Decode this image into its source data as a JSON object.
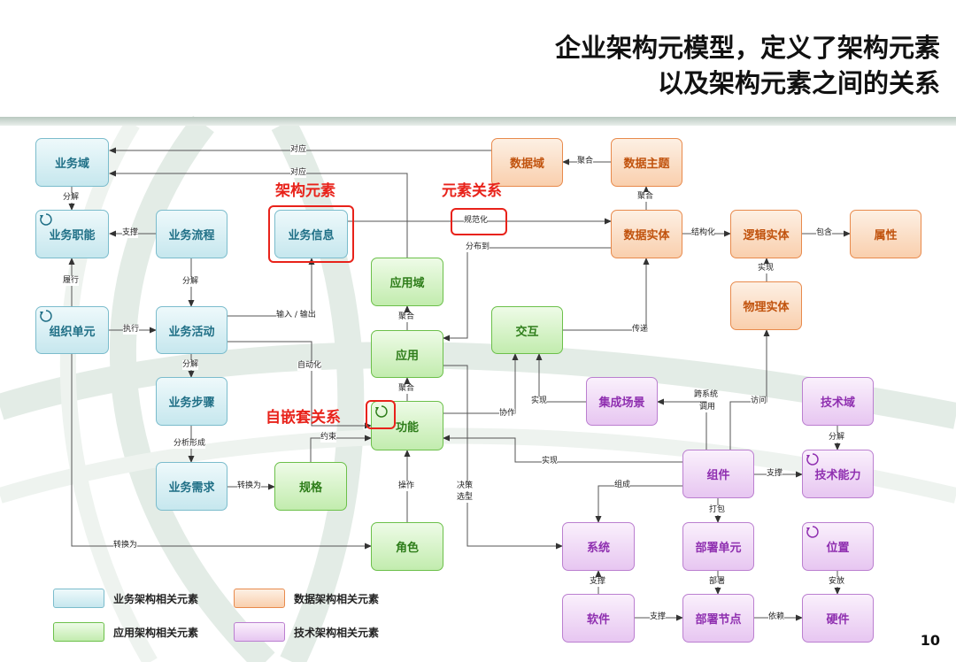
{
  "title": {
    "line1": "企业架构元模型，定义了架构元素",
    "line2": "以及架构元素之间的关系"
  },
  "page_number": "10",
  "annotations": {
    "element": "架构元素",
    "relation": "元素关系",
    "self_nest": "自嵌套关系"
  },
  "nodes": {
    "biz_domain": "业务域",
    "biz_duty": "业务职能",
    "biz_process": "业务流程",
    "biz_info": "业务信息",
    "org_unit": "组织单元",
    "biz_activity": "业务活动",
    "biz_step": "业务步骤",
    "biz_req": "业务需求",
    "spec": "规格",
    "app_domain": "应用域",
    "app": "应用",
    "func": "功能",
    "interact": "交互",
    "role": "角色",
    "data_domain": "数据域",
    "data_topic": "数据主题",
    "data_entity": "数据实体",
    "logic_entity": "逻辑实体",
    "attribute": "属性",
    "phys_entity": "物理实体",
    "integ_scene": "集成场景",
    "tech_domain": "技术域",
    "tech_ability": "技术能力",
    "component": "组件",
    "system": "系统",
    "deploy_unit": "部署单元",
    "location": "位置",
    "software": "软件",
    "deploy_node": "部署节点",
    "hardware": "硬件"
  },
  "edges": {
    "correspond1": "对应",
    "correspond2": "对应",
    "decompose1": "分解",
    "support1": "支撑",
    "perform": "履行",
    "execute": "执行",
    "decompose2": "分解",
    "io": "输入 / 输出",
    "automate": "自动化",
    "decompose3": "分解",
    "analyze": "分析形成",
    "convert1": "转换为",
    "constrain": "约束",
    "convert2": "转换为",
    "operate": "操作",
    "decision": "决策",
    "selection": "选型",
    "aggregate1": "聚合",
    "aggregate2": "聚合",
    "distribute": "分布到",
    "regulate": "规范化",
    "aggregate3": "聚合",
    "aggregate4": "聚合",
    "structure": "结构化",
    "contain": "包含",
    "realize1": "实现",
    "transfer": "传递",
    "collaborate": "协作",
    "realize2": "实现",
    "cross_call1": "跨系统",
    "cross_call2": "调用",
    "access": "访问",
    "realize3": "实现",
    "compose": "组成",
    "support2": "支撑",
    "decompose4": "分解",
    "package": "打包",
    "deploy": "部署",
    "install": "安放",
    "support3": "支撑",
    "support4": "支撑",
    "depend": "依赖"
  },
  "legend": {
    "biz": "业务架构相关元素",
    "data": "数据架构相关元素",
    "app": "应用架构相关元素",
    "tech": "技术架构相关元素"
  },
  "colors": {
    "biz": "#c6e7ee",
    "app": "#c2ecae",
    "data": "#f9cfad",
    "tech": "#e7c6f1",
    "highlight": "#e8221a"
  }
}
